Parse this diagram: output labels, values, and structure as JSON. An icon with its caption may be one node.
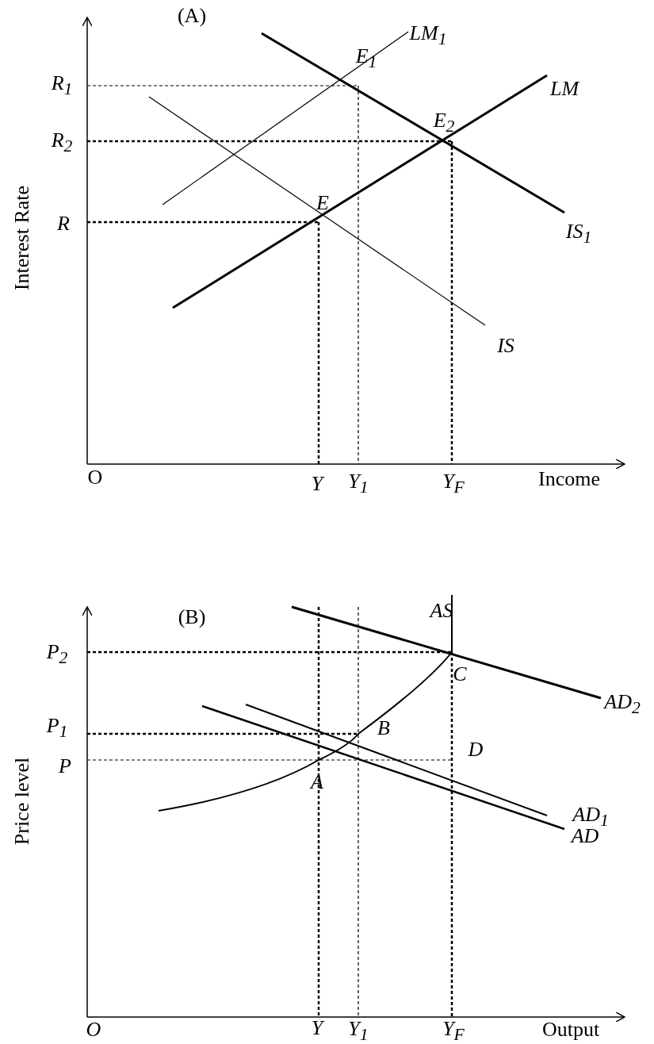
{
  "diagram": {
    "labels": [
      "(A)",
      "E$_{1}$",
      "LM$_{1}$",
      "R$_{1}$",
      "LM",
      "E$_{2}$",
      "R$_{2}$",
      "Interest Rate",
      "E",
      "R",
      "IS$_{1}$",
      "IS",
      "O",
      "Y",
      "Y$_{1}$",
      "Y$_{F}$",
      "Income",
      "(B)",
      "AS",
      "P$_{2}$",
      "C",
      "AD$_{2}$",
      "Price level",
      "P$_{1}$",
      "B",
      "D",
      "P",
      "A",
      "AD$_{1}$",
      "AD",
      "O",
      "Y",
      "Y$_{1}$",
      "Y$_{F}$",
      "Output"
    ]
  }
}
